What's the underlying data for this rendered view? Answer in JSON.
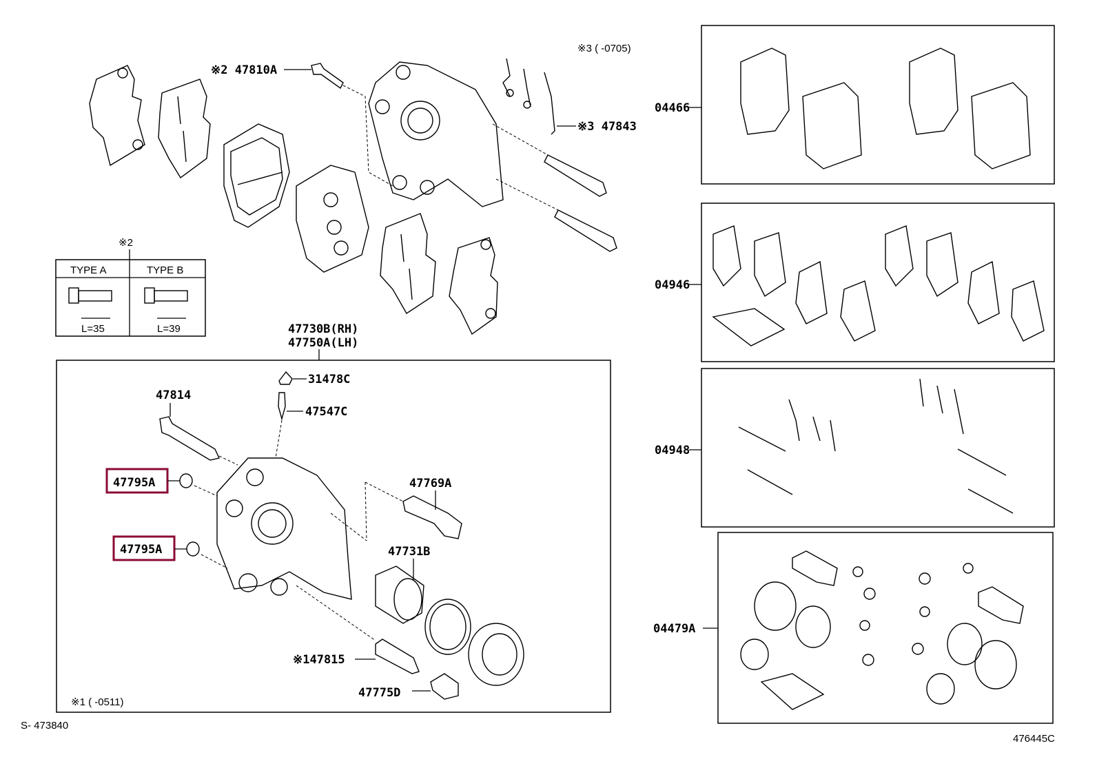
{
  "highlight_color": "#8b0a33",
  "notes": {
    "note3_range": "※3 (      -0705)",
    "note1_range": "※1 (      -0511)",
    "note2_marker": "※2",
    "diagram_ref": "S- 473840",
    "figure_code": "476445C"
  },
  "type_table": {
    "type_a": "TYPE A",
    "type_b": "TYPE B",
    "length_a": "L=35",
    "length_b": "L=39"
  },
  "parts": {
    "p47810A": "※2 47810A",
    "p47843": "※3 47843",
    "p47730B": "47730B(RH)",
    "p47750A": "47750A(LH)",
    "p31478C": "31478C",
    "p47814": "47814",
    "p47547C": "47547C",
    "p47795A_1": "47795A",
    "p47795A_2": "47795A",
    "p47769A": "47769A",
    "p47731B": "47731B",
    "p47815": "※147815",
    "p47775D": "47775D"
  },
  "kits": {
    "k04466": "04466",
    "k04946": "04946",
    "k04948": "04948",
    "k04479A": "04479A"
  }
}
